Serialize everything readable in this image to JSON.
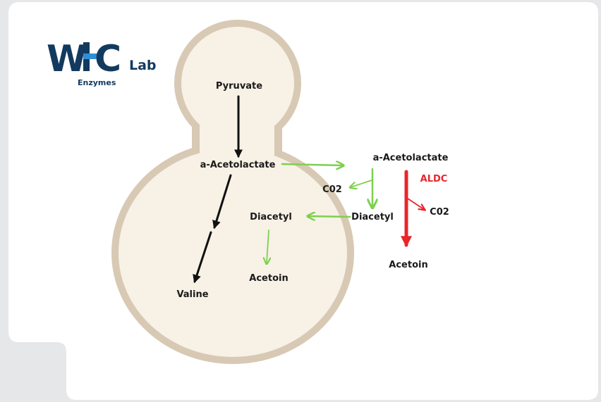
{
  "logo": {
    "letters_w": "W",
    "letters_c": "C",
    "lab": "Lab",
    "tagline": "Enzymes",
    "brand_color": "#123a5e",
    "accent_color": "#2e8fd6"
  },
  "cell": {
    "labels": {
      "pyruvate": "Pyruvate",
      "acetolactate": "a-Acetolactate",
      "valine": "Valine",
      "diacetyl": "Diacetyl",
      "acetoin": "Acetoin"
    }
  },
  "outside": {
    "labels": {
      "acetolactate": "a-Acetolactate",
      "co2_left": "C02",
      "diacetyl": "Diacetyl",
      "aldc": "ALDC",
      "co2_right": "C02",
      "acetoin": "Acetoin"
    }
  },
  "colors": {
    "background": "#e6e7e9",
    "card": "#ffffff",
    "cell_wall": "#d8c9b4",
    "cell_fill": "#f7f1e6",
    "black_arrow": "#111111",
    "green_arrow": "#7ed04f",
    "red_arrow": "#e8262b"
  }
}
